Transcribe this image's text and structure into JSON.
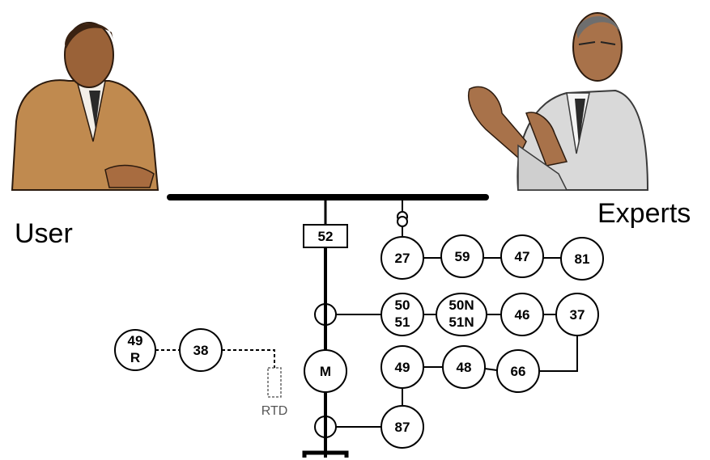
{
  "people": {
    "user_label": "User",
    "experts_label": "Experts"
  },
  "diagram": {
    "breaker": "52",
    "motor": "M",
    "rtd": "RTD",
    "relays": {
      "r27": "27",
      "r59": "59",
      "r47": "47",
      "r81": "81",
      "r50_1": "50",
      "r50_2": "51",
      "r50n_1": "50N",
      "r50n_2": "51N",
      "r46": "46",
      "r37": "37",
      "r49": "49",
      "r48": "48",
      "r66": "66",
      "r87": "87",
      "r38": "38",
      "r49r_1": "49",
      "r49r_2": "R"
    }
  },
  "colors": {
    "line": "#000000",
    "rtd_dashed": "#666666",
    "skin": "#b07a4a",
    "jacket_user": "#c08a4f",
    "jacket_expert": "#d9d9d9"
  }
}
